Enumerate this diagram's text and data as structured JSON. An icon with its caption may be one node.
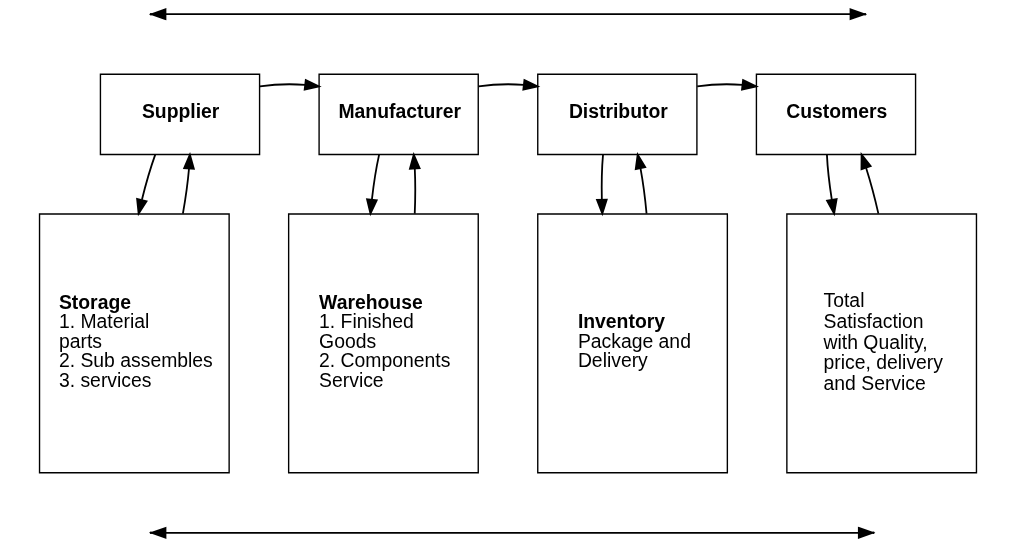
{
  "diagram": {
    "nodes": [
      {
        "text": [
          "Supplier"
        ]
      },
      {
        "text": [
          "Manufacturer"
        ]
      },
      {
        "text": [
          "Distributor"
        ]
      },
      {
        "text": [
          "Customers"
        ]
      },
      {
        "text": [
          "Storage",
          "1. Material parts",
          "2. Sub assembles",
          "3. services"
        ]
      },
      {
        "text": [
          "Warehouse",
          "1. Finished Goods",
          "2. Components Service"
        ]
      },
      {
        "text": [
          "Inventory",
          "Package and Delivery"
        ]
      },
      {
        "text": [
          "Total Satisfaction with Quality, price, delivery and Service"
        ]
      }
    ],
    "edges": [
      {
        "from": 0,
        "to": 1,
        "arrow": "to"
      },
      {
        "from": 1,
        "to": 2,
        "arrow": "to"
      },
      {
        "from": 2,
        "to": 3,
        "arrow": "to"
      },
      {
        "from": 4,
        "to": 0,
        "arrow": "to"
      },
      {
        "from": 0,
        "to": 4,
        "arrow": "to"
      },
      {
        "from": 5,
        "to": 1,
        "arrow": "to"
      },
      {
        "from": 1,
        "to": 5,
        "arrow": "to"
      },
      {
        "from": 6,
        "to": 2,
        "arrow": "to"
      },
      {
        "from": 2,
        "to": 6,
        "arrow": "to"
      },
      {
        "from": 7,
        "to": 3,
        "arrow": "to"
      },
      {
        "from": 3,
        "to": 7,
        "arrow": "to"
      }
    ]
  }
}
